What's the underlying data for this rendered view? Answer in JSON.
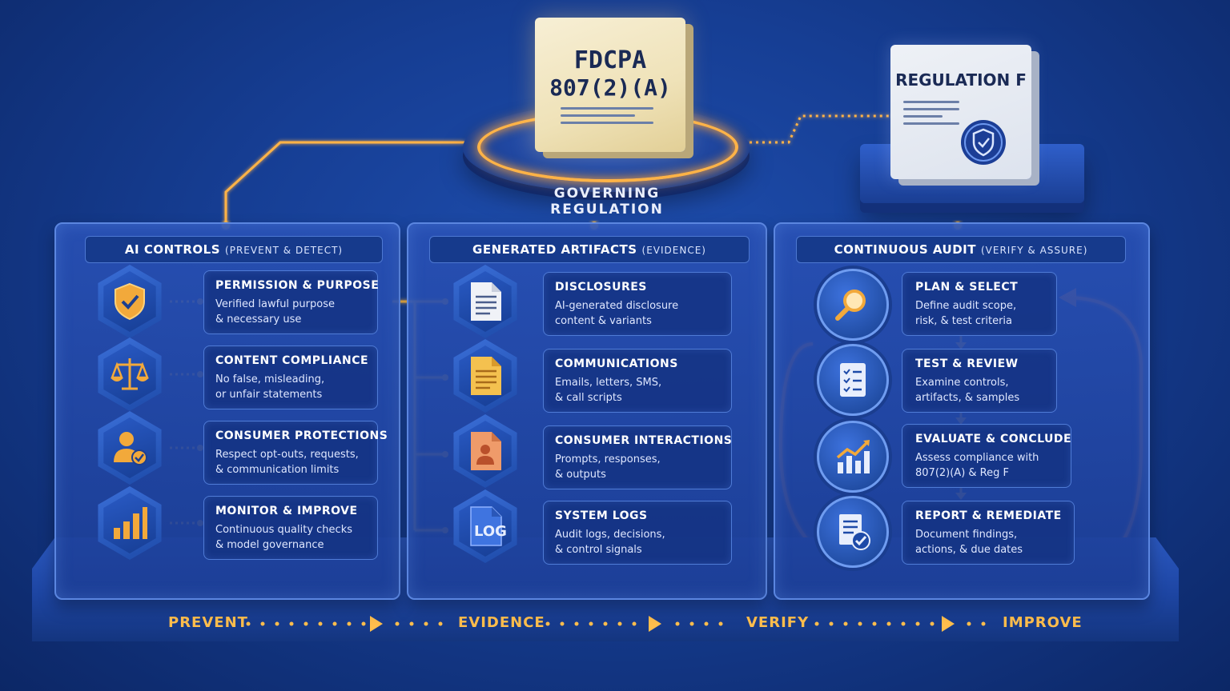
{
  "regulations": {
    "primary": {
      "line1": "FDCPA",
      "line2": "807(2)(A)"
    },
    "secondary": {
      "title": "REGULATION F"
    },
    "governing_label": "GOVERNING REGULATION"
  },
  "panels": {
    "controls": {
      "title": "AI CONTROLS",
      "subtitle": "(PREVENT & DETECT)",
      "items": [
        {
          "title": "PERMISSION & PURPOSE",
          "line1": "Verified lawful purpose",
          "line2": "& necessary use",
          "icon": "shield-check-icon"
        },
        {
          "title": "CONTENT COMPLIANCE",
          "line1": "No false, misleading,",
          "line2": "or unfair statements",
          "icon": "scales-icon"
        },
        {
          "title": "CONSUMER PROTECTIONS",
          "line1": "Respect opt-outs, requests,",
          "line2": "& communication limits",
          "icon": "user-check-icon"
        },
        {
          "title": "MONITOR & IMPROVE",
          "line1": "Continuous quality checks",
          "line2": "& model governance",
          "icon": "bar-chart-icon"
        }
      ]
    },
    "artifacts": {
      "title": "GENERATED ARTIFACTS",
      "subtitle": "(EVIDENCE)",
      "items": [
        {
          "title": "DISCLOSURES",
          "line1": "AI-generated disclosure",
          "line2": "content & variants",
          "icon": "document-white-icon"
        },
        {
          "title": "COMMUNICATIONS",
          "line1": "Emails, letters, SMS,",
          "line2": "& call scripts",
          "icon": "document-yellow-icon"
        },
        {
          "title": "CONSUMER INTERACTIONS",
          "line1": "Prompts, responses,",
          "line2": "& outputs",
          "icon": "document-person-icon"
        },
        {
          "title": "SYSTEM LOGS",
          "line1": "Audit logs, decisions,",
          "line2": "& control signals",
          "icon": "log-file-icon",
          "icon_text": "LOG"
        }
      ]
    },
    "audit": {
      "title": "CONTINUOUS AUDIT",
      "subtitle": "(VERIFY & ASSURE)",
      "items": [
        {
          "title": "PLAN & SELECT",
          "line1": "Define audit scope,",
          "line2": "risk, & test criteria",
          "icon": "magnifier-icon"
        },
        {
          "title": "TEST & REVIEW",
          "line1": "Examine controls,",
          "line2": "artifacts, & samples",
          "icon": "checklist-icon"
        },
        {
          "title": "EVALUATE & CONCLUDE",
          "line1": "Assess compliance with",
          "line2": "807(2)(A) & Reg F",
          "icon": "trend-chart-icon"
        },
        {
          "title": "REPORT & REMEDIATE",
          "line1": "Document findings,",
          "line2": "actions, & due dates",
          "icon": "report-check-icon"
        }
      ]
    }
  },
  "flow": [
    "PREVENT",
    "EVIDENCE",
    "VERIFY",
    "IMPROVE"
  ],
  "colors": {
    "accent_gold": "#ffbe4d",
    "accent_orange": "#ff8a3d",
    "panel_blue": "#1c3e96",
    "background": "#163e94"
  }
}
